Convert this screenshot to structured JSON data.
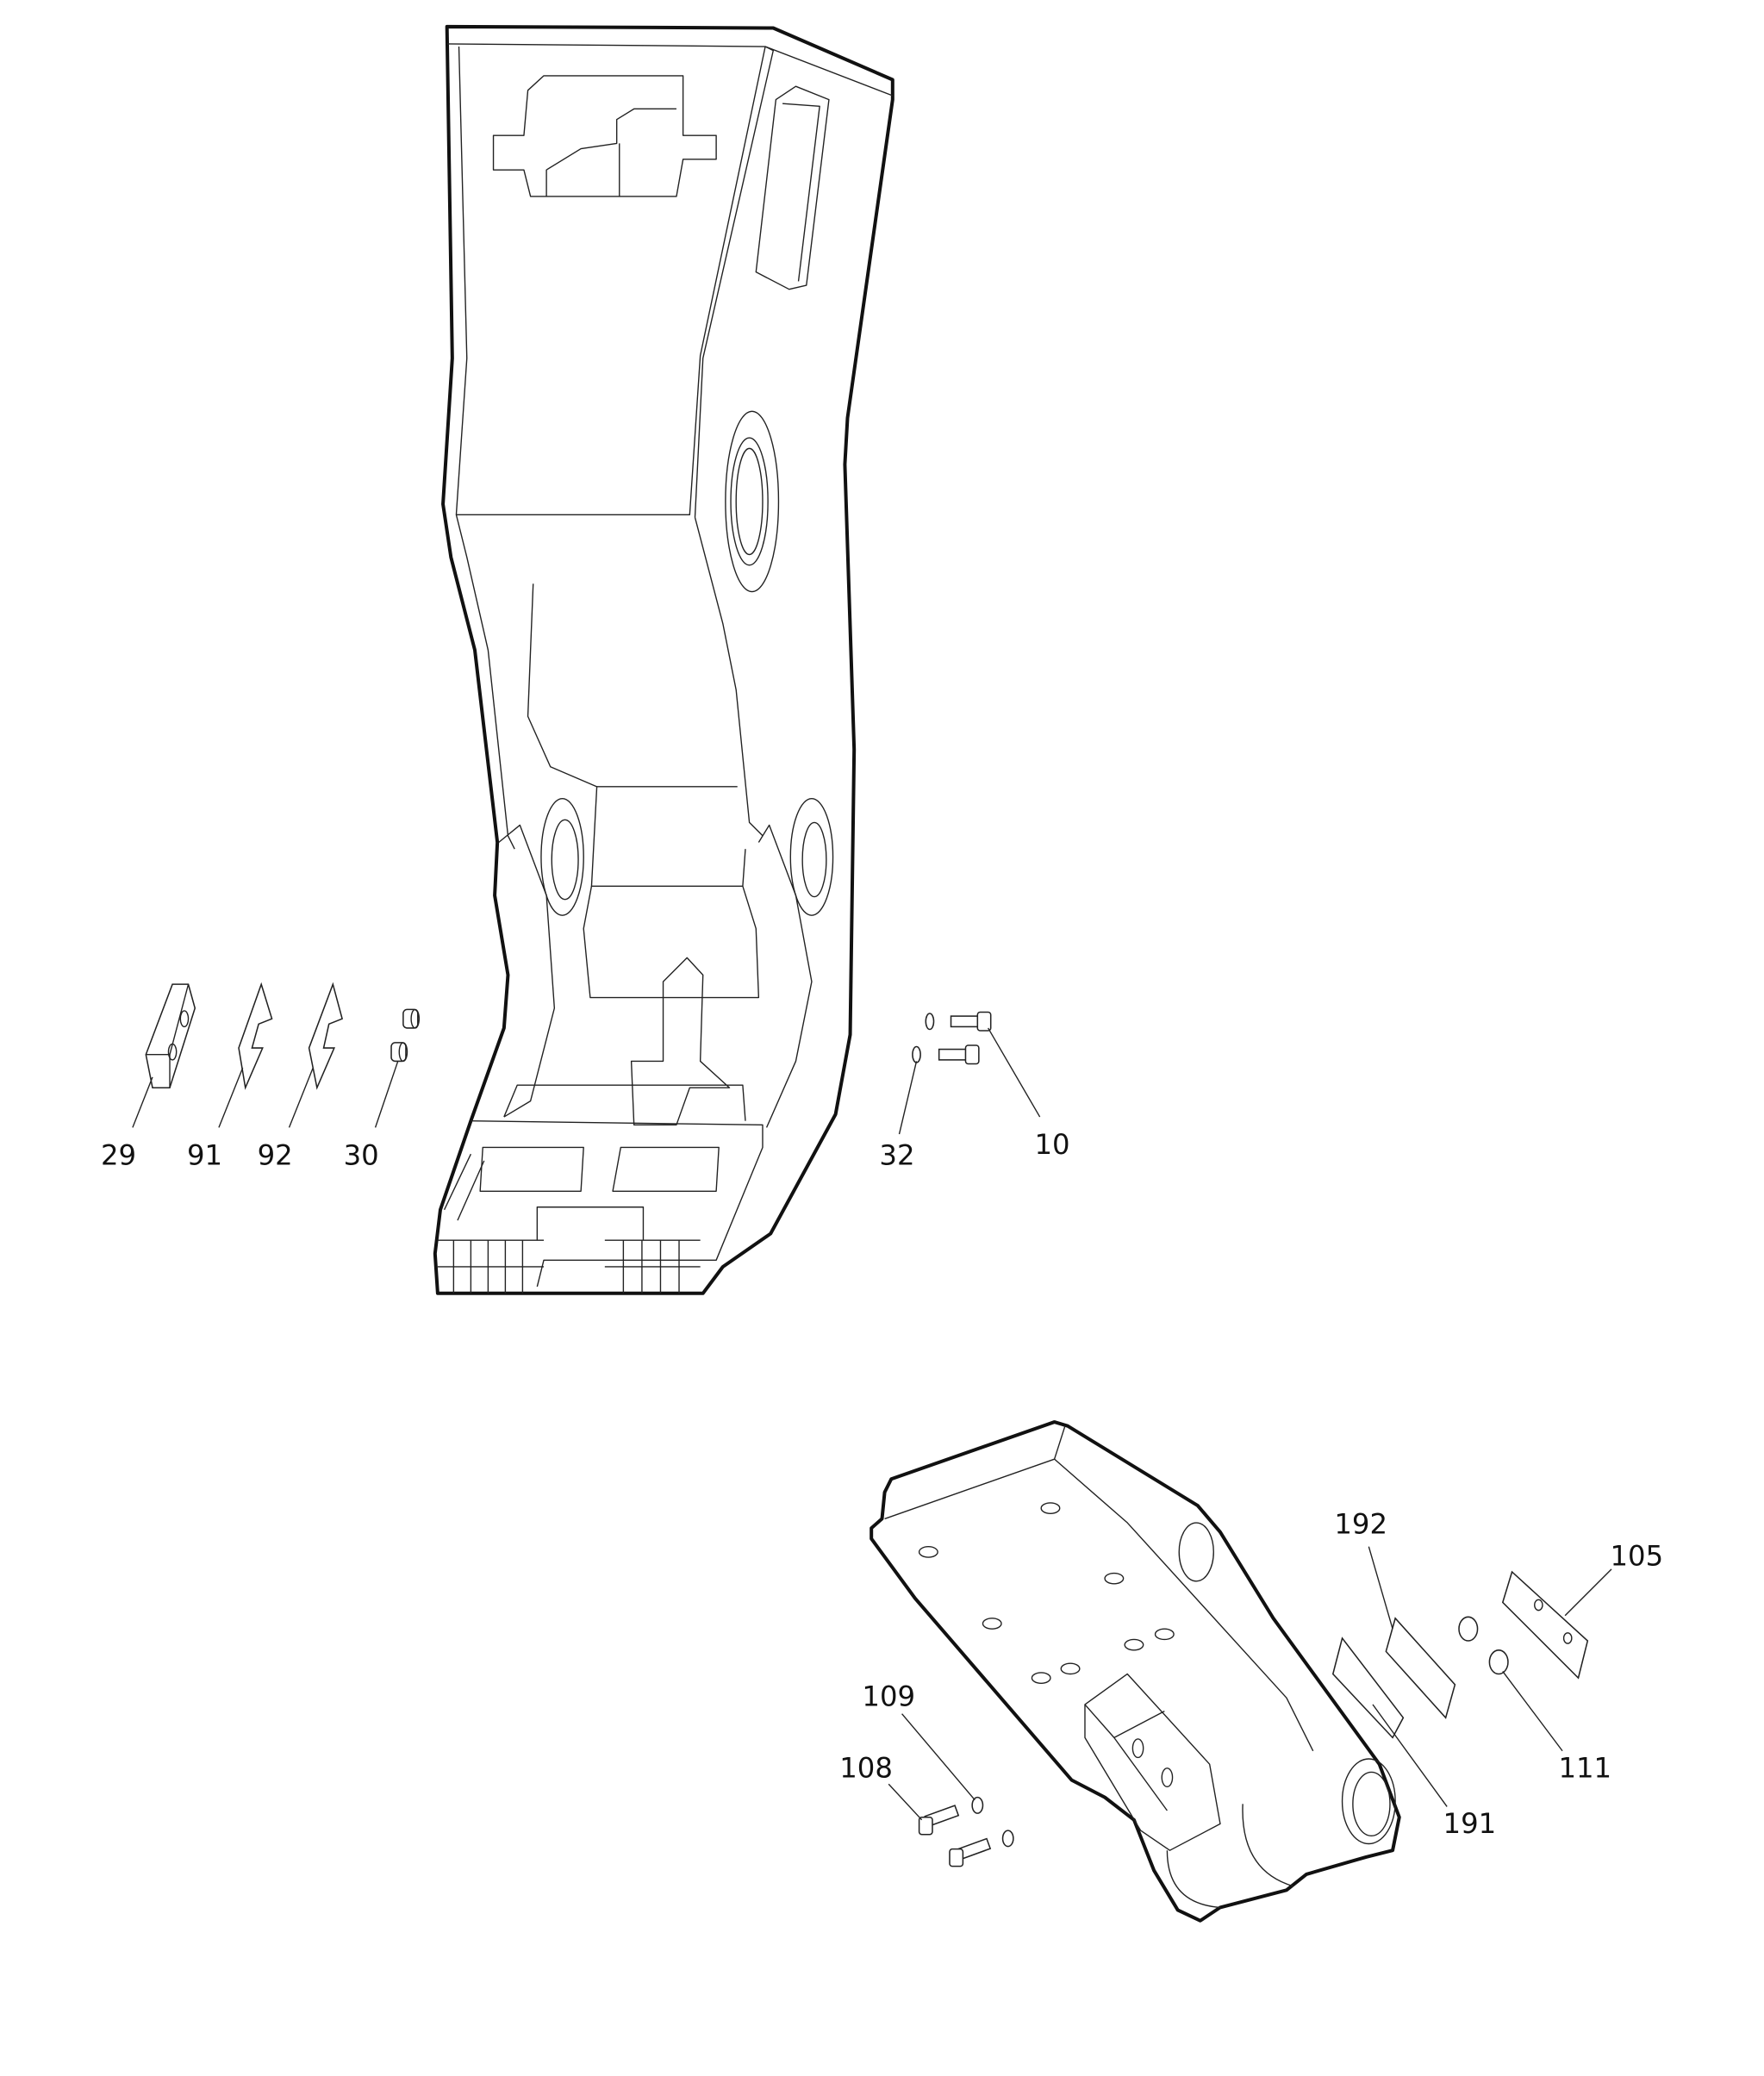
{
  "diagram": {
    "type": "exploded-parts-drawing",
    "callouts": {
      "c29": "29",
      "c91": "91",
      "c92": "92",
      "c30": "30",
      "c32": "32",
      "c10": "10",
      "c192": "192",
      "c105": "105",
      "c109": "109",
      "c108": "108",
      "c111": "111",
      "c191": "191"
    }
  }
}
